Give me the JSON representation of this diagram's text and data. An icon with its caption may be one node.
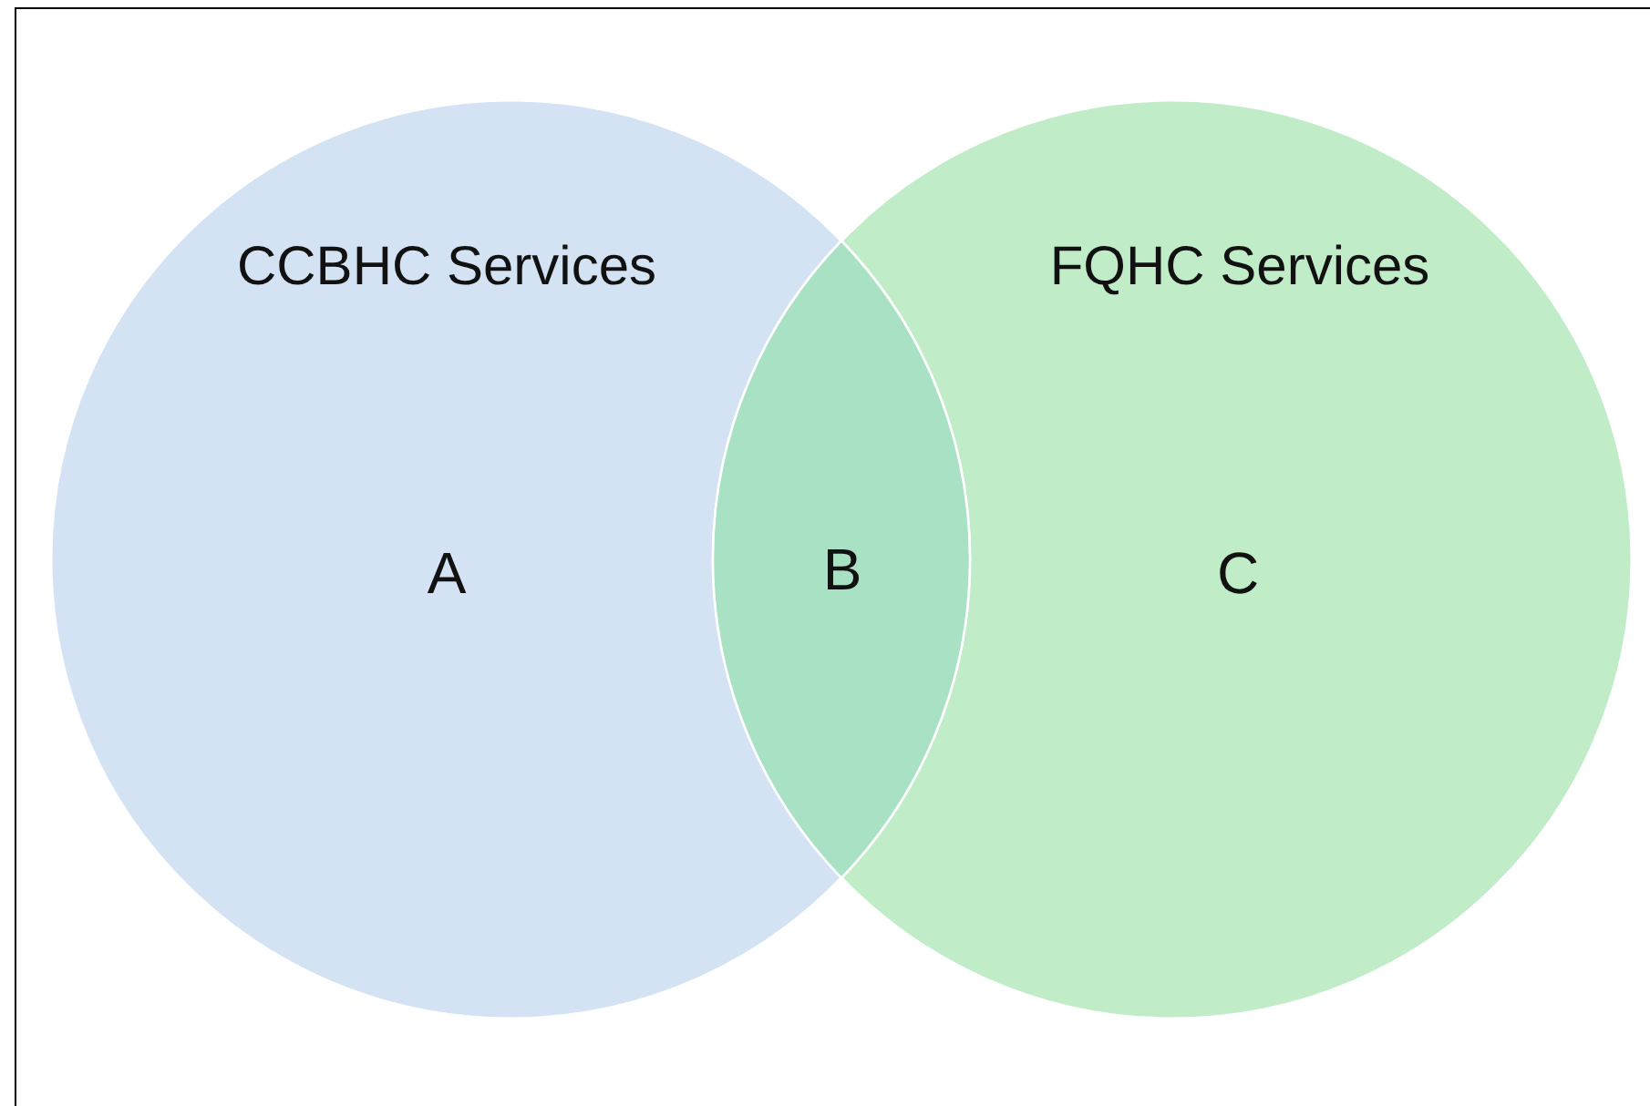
{
  "diagram": {
    "nodes": [
      {
        "text": [
          "CCBHC Services",
          "A"
        ]
      },
      {
        "text": [
          "FQHC Services",
          "C"
        ]
      }
    ],
    "labels": [
      "B"
    ]
  }
}
